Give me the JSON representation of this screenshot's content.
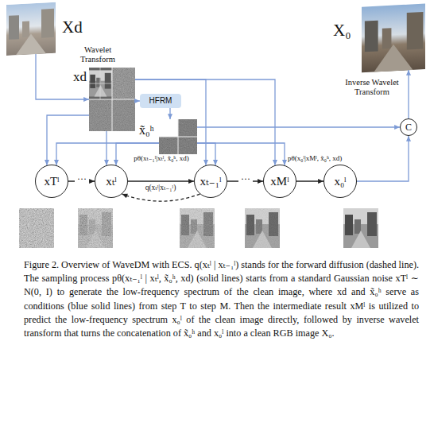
{
  "diagram": {
    "caption": "Figure 2. Overview of WaveDM with ECS. q(xₜˡ | xₜ₋₁ˡ) stands for the forward diffusion (dashed line). The sampling process pθ(xₜ₋₁ˡ | xₜˡ, x̃₀ʰ, xd) (solid lines) starts from a standard Gaussian noise xTˡ ∼ N(0, I) to generate the low-frequency spectrum of the clean image, where xd and x̃₀ʰ serve as conditions (blue solid lines) from step T to step M. Then the intermediate result xMˡ is utilized to predict the low-frequency spectrum x₀ˡ of the clean image directly, followed by inverse wavelet transform that turns the concatenation of x̃₀ʰ and x₀ˡ into a clean RGB image X₀.",
    "nodes": [
      {
        "text": [
          "Xd"
        ]
      },
      {
        "text": [
          "xd"
        ]
      },
      {
        "text": [
          "HFRM"
        ]
      },
      {
        "text": [
          "x̃₀ʰ"
        ]
      },
      {
        "text": [
          "xTˡ"
        ]
      },
      {
        "text": [
          "xₜˡ"
        ]
      },
      {
        "text": [
          "xₜ₋₁ˡ"
        ]
      },
      {
        "text": [
          "xMˡ"
        ]
      },
      {
        "text": [
          "x₀ˡ"
        ]
      },
      {
        "text": [
          "C"
        ]
      },
      {
        "text": [
          "X₀"
        ]
      }
    ],
    "edges": [
      {
        "from": 0,
        "to": 1,
        "arrow": "to",
        "label": "Wavelet Transform"
      },
      {
        "from": 1,
        "to": 2,
        "arrow": "to"
      },
      {
        "from": 2,
        "to": 3,
        "arrow": "to"
      },
      {
        "from": 1,
        "to": 4,
        "arrow": "to"
      },
      {
        "from": 1,
        "to": 5,
        "arrow": "to"
      },
      {
        "from": 1,
        "to": 6,
        "arrow": "to"
      },
      {
        "from": 1,
        "to": 7,
        "arrow": "to"
      },
      {
        "from": 3,
        "to": 4,
        "arrow": "to"
      },
      {
        "from": 3,
        "to": 5,
        "arrow": "to"
      },
      {
        "from": 3,
        "to": 6,
        "arrow": "to"
      },
      {
        "from": 3,
        "to": 7,
        "arrow": "to"
      },
      {
        "from": 3,
        "to": 9,
        "arrow": "to"
      },
      {
        "from": 4,
        "to": 5,
        "arrow": "to",
        "label": "···"
      },
      {
        "from": 5,
        "to": 6,
        "arrow": "to",
        "label": "pθ(xₜ₋₁ˡ|xₜˡ, x̃₀ʰ, xd)"
      },
      {
        "from": 6,
        "to": 5,
        "arrow": "to",
        "label": "q(xₜˡ|xₜ₋₁ˡ)"
      },
      {
        "from": 6,
        "to": 7,
        "arrow": "to",
        "label": "···"
      },
      {
        "from": 7,
        "to": 8,
        "arrow": "to",
        "label": "pθ(x₀ˡ|xMˡ, x̃₀ʰ, xd)"
      },
      {
        "from": 8,
        "to": 9,
        "arrow": "to"
      },
      {
        "from": 9,
        "to": 10,
        "arrow": "to",
        "label": "Inverse Wavelet Transform"
      }
    ]
  }
}
